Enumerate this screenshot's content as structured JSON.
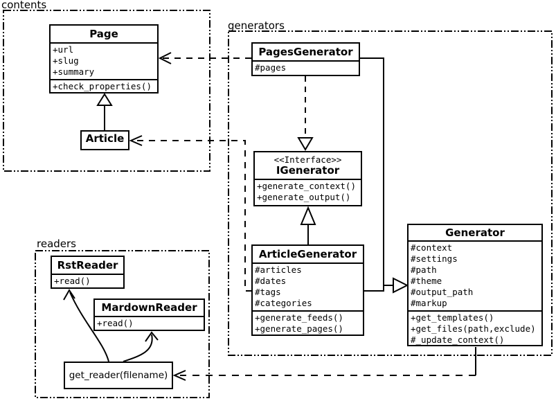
{
  "diagram": {
    "packages": {
      "contents": {
        "label": "contents"
      },
      "generators": {
        "label": "generators"
      },
      "readers": {
        "label": "readers"
      }
    },
    "classes": {
      "page": {
        "name": "Page",
        "attributes": [
          "+url",
          "+slug",
          "+summary"
        ],
        "methods": [
          "+check_properties()"
        ]
      },
      "article": {
        "name": "Article"
      },
      "pages_generator": {
        "name": "PagesGenerator",
        "attributes": [
          "#pages"
        ]
      },
      "igenerator": {
        "stereotype": "<<Interface>>",
        "name": "IGenerator",
        "methods": [
          "+generate_context()",
          "+generate_output()"
        ]
      },
      "article_generator": {
        "name": "ArticleGenerator",
        "attributes": [
          "#articles",
          "#dates",
          "#tags",
          "#categories"
        ],
        "methods": [
          "+generate_feeds()",
          "+generate_pages()"
        ]
      },
      "generator": {
        "name": "Generator",
        "attributes": [
          "#context",
          "#settings",
          "#path",
          "#theme",
          "#output_path",
          "#markup"
        ],
        "methods": [
          "+get_templates()",
          "+get_files(path,exclude)",
          "#_update_context()"
        ]
      },
      "rst_reader": {
        "name": "RstReader",
        "methods": [
          "+read()"
        ]
      },
      "markdown_reader": {
        "name": "MardownReader",
        "methods": [
          "+read()"
        ]
      },
      "get_reader": {
        "label": "get_reader(filename)"
      }
    },
    "colors": {
      "line": "#000000",
      "background": "#ffffff",
      "box_fill": "#ffffff"
    }
  }
}
